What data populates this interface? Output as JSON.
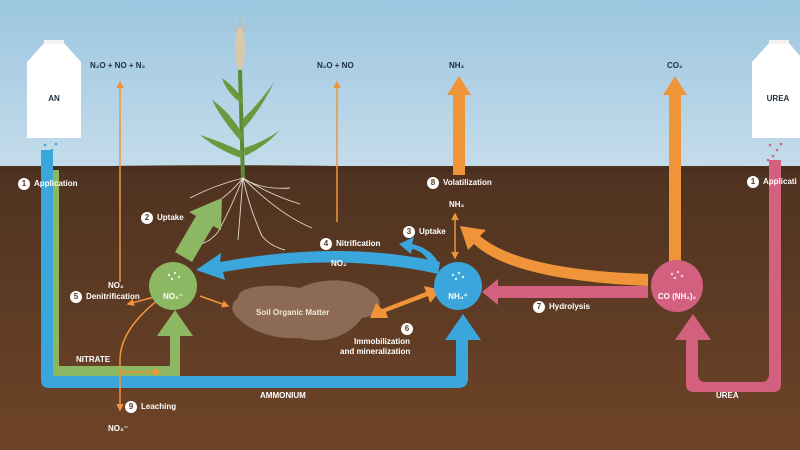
{
  "gas_labels": {
    "n2o_no_n2": "N₂O + NO + N₂",
    "n2o_no": "N₂O + NO",
    "nh3": "NH₃",
    "co2": "CO₂"
  },
  "bags": {
    "left": "AN",
    "right": "UREA"
  },
  "steps": {
    "application_left": {
      "num": "1",
      "label": "Application"
    },
    "application_right": {
      "num": "1",
      "label": "Applicati"
    },
    "uptake_plant": {
      "num": "2",
      "label": "Uptake"
    },
    "uptake_nh4": {
      "num": "3",
      "label": "Uptake"
    },
    "nitrification": {
      "num": "4",
      "label": "Nitrification"
    },
    "denitrification": {
      "num": "5",
      "label": "Denitrification"
    },
    "immobilization": {
      "num": "6",
      "label_line1": "Immobilization",
      "label_line2": "and mineralization"
    },
    "hydrolysis": {
      "num": "7",
      "label": "Hydrolysis"
    },
    "volatilization": {
      "num": "8",
      "label": "Volatilization"
    },
    "leaching": {
      "num": "9",
      "label": "Leaching"
    }
  },
  "pools": {
    "no3": "NO₃⁻",
    "nh4": "NH₄⁺",
    "urea": "CO (NH₂)₂",
    "som": "Soil Organic Matter"
  },
  "flow_labels": {
    "nitrate": "NITRATE",
    "ammonium": "AMMONIUM",
    "urea": "UREA",
    "no2_denit": "NO₂",
    "no2_nitrif": "NO₂",
    "nh3_soil": "NH₃",
    "no3_leach": "NO₃⁻"
  },
  "colors": {
    "sky": "#b5d3e6",
    "soil": "#5a3a22",
    "green": "#8db863",
    "blue": "#3aa6dc",
    "orange": "#f0943a",
    "pink": "#d4607f",
    "som": "#8c6a55"
  }
}
